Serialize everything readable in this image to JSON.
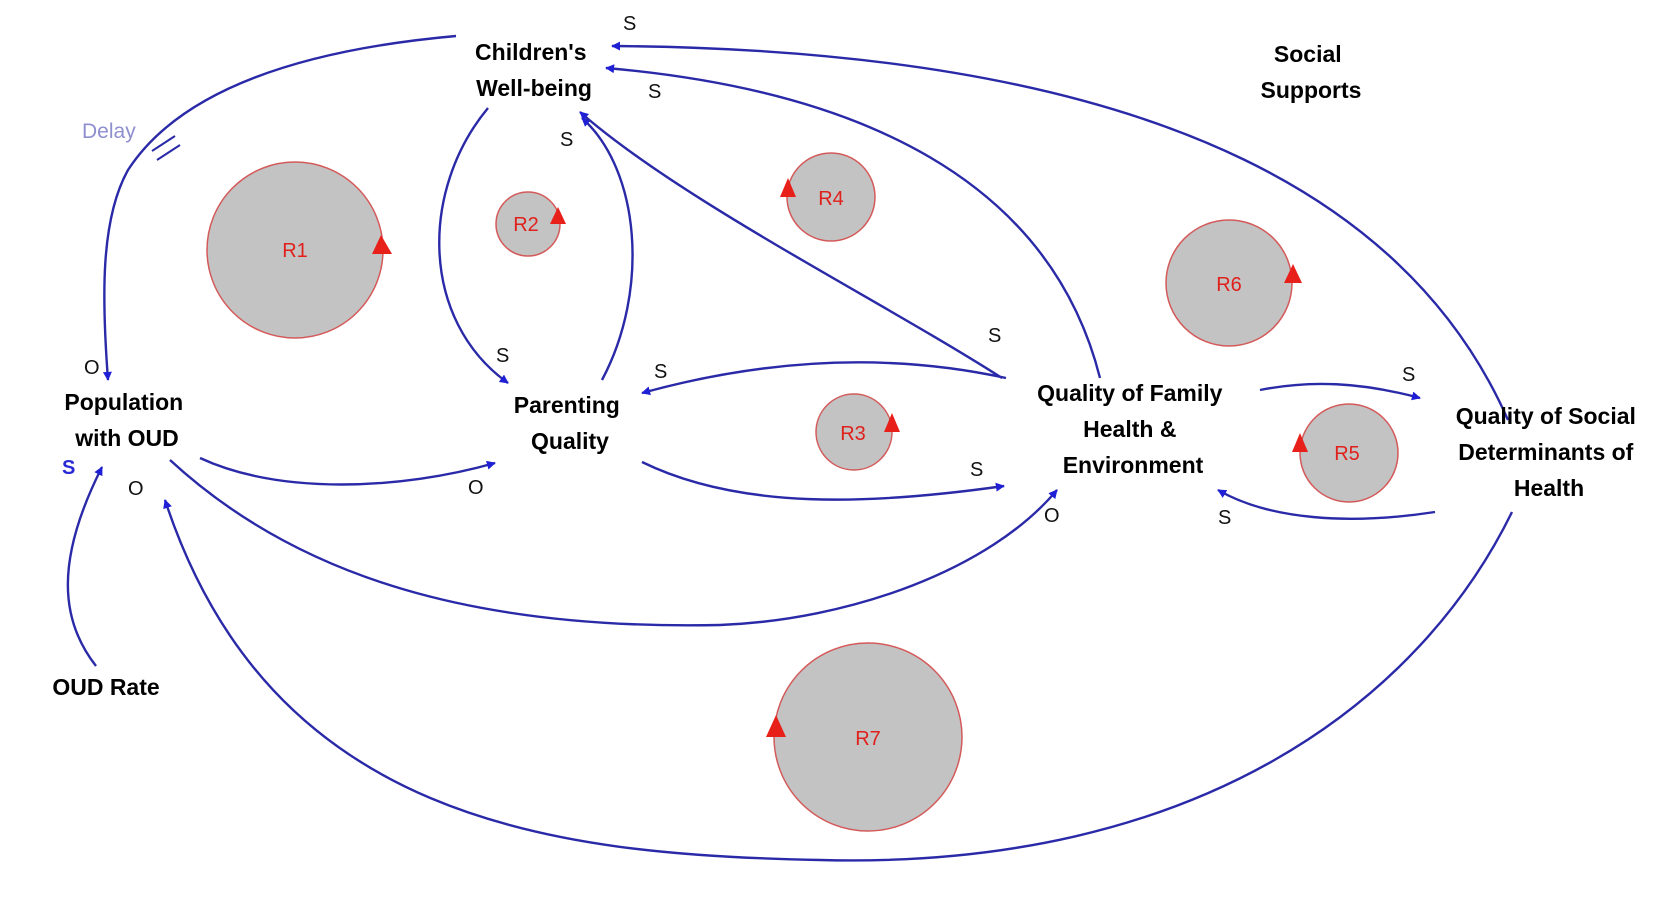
{
  "variables": {
    "childrens_wellbeing": [
      "Children's",
      "Well-being"
    ],
    "social_supports": [
      "Social",
      "Supports"
    ],
    "population_oud": [
      "Population",
      "with OUD"
    ],
    "parenting_quality": [
      "Parenting",
      "Quality"
    ],
    "family_health": [
      "Quality of Family",
      "Health &",
      "Environment"
    ],
    "social_determinants": [
      "Quality of Social",
      "Determinants of",
      "Health"
    ],
    "oud_rate": [
      "OUD Rate"
    ]
  },
  "delay_label": "Delay",
  "loops": [
    "R1",
    "R2",
    "R3",
    "R4",
    "R5",
    "R6",
    "R7"
  ],
  "polarities": {
    "same": "S",
    "opposite": "O"
  },
  "colors": {
    "link": "#2a2aa8",
    "loop_fill": "#c3c3c3",
    "loop_marker": "#e8201a"
  }
}
